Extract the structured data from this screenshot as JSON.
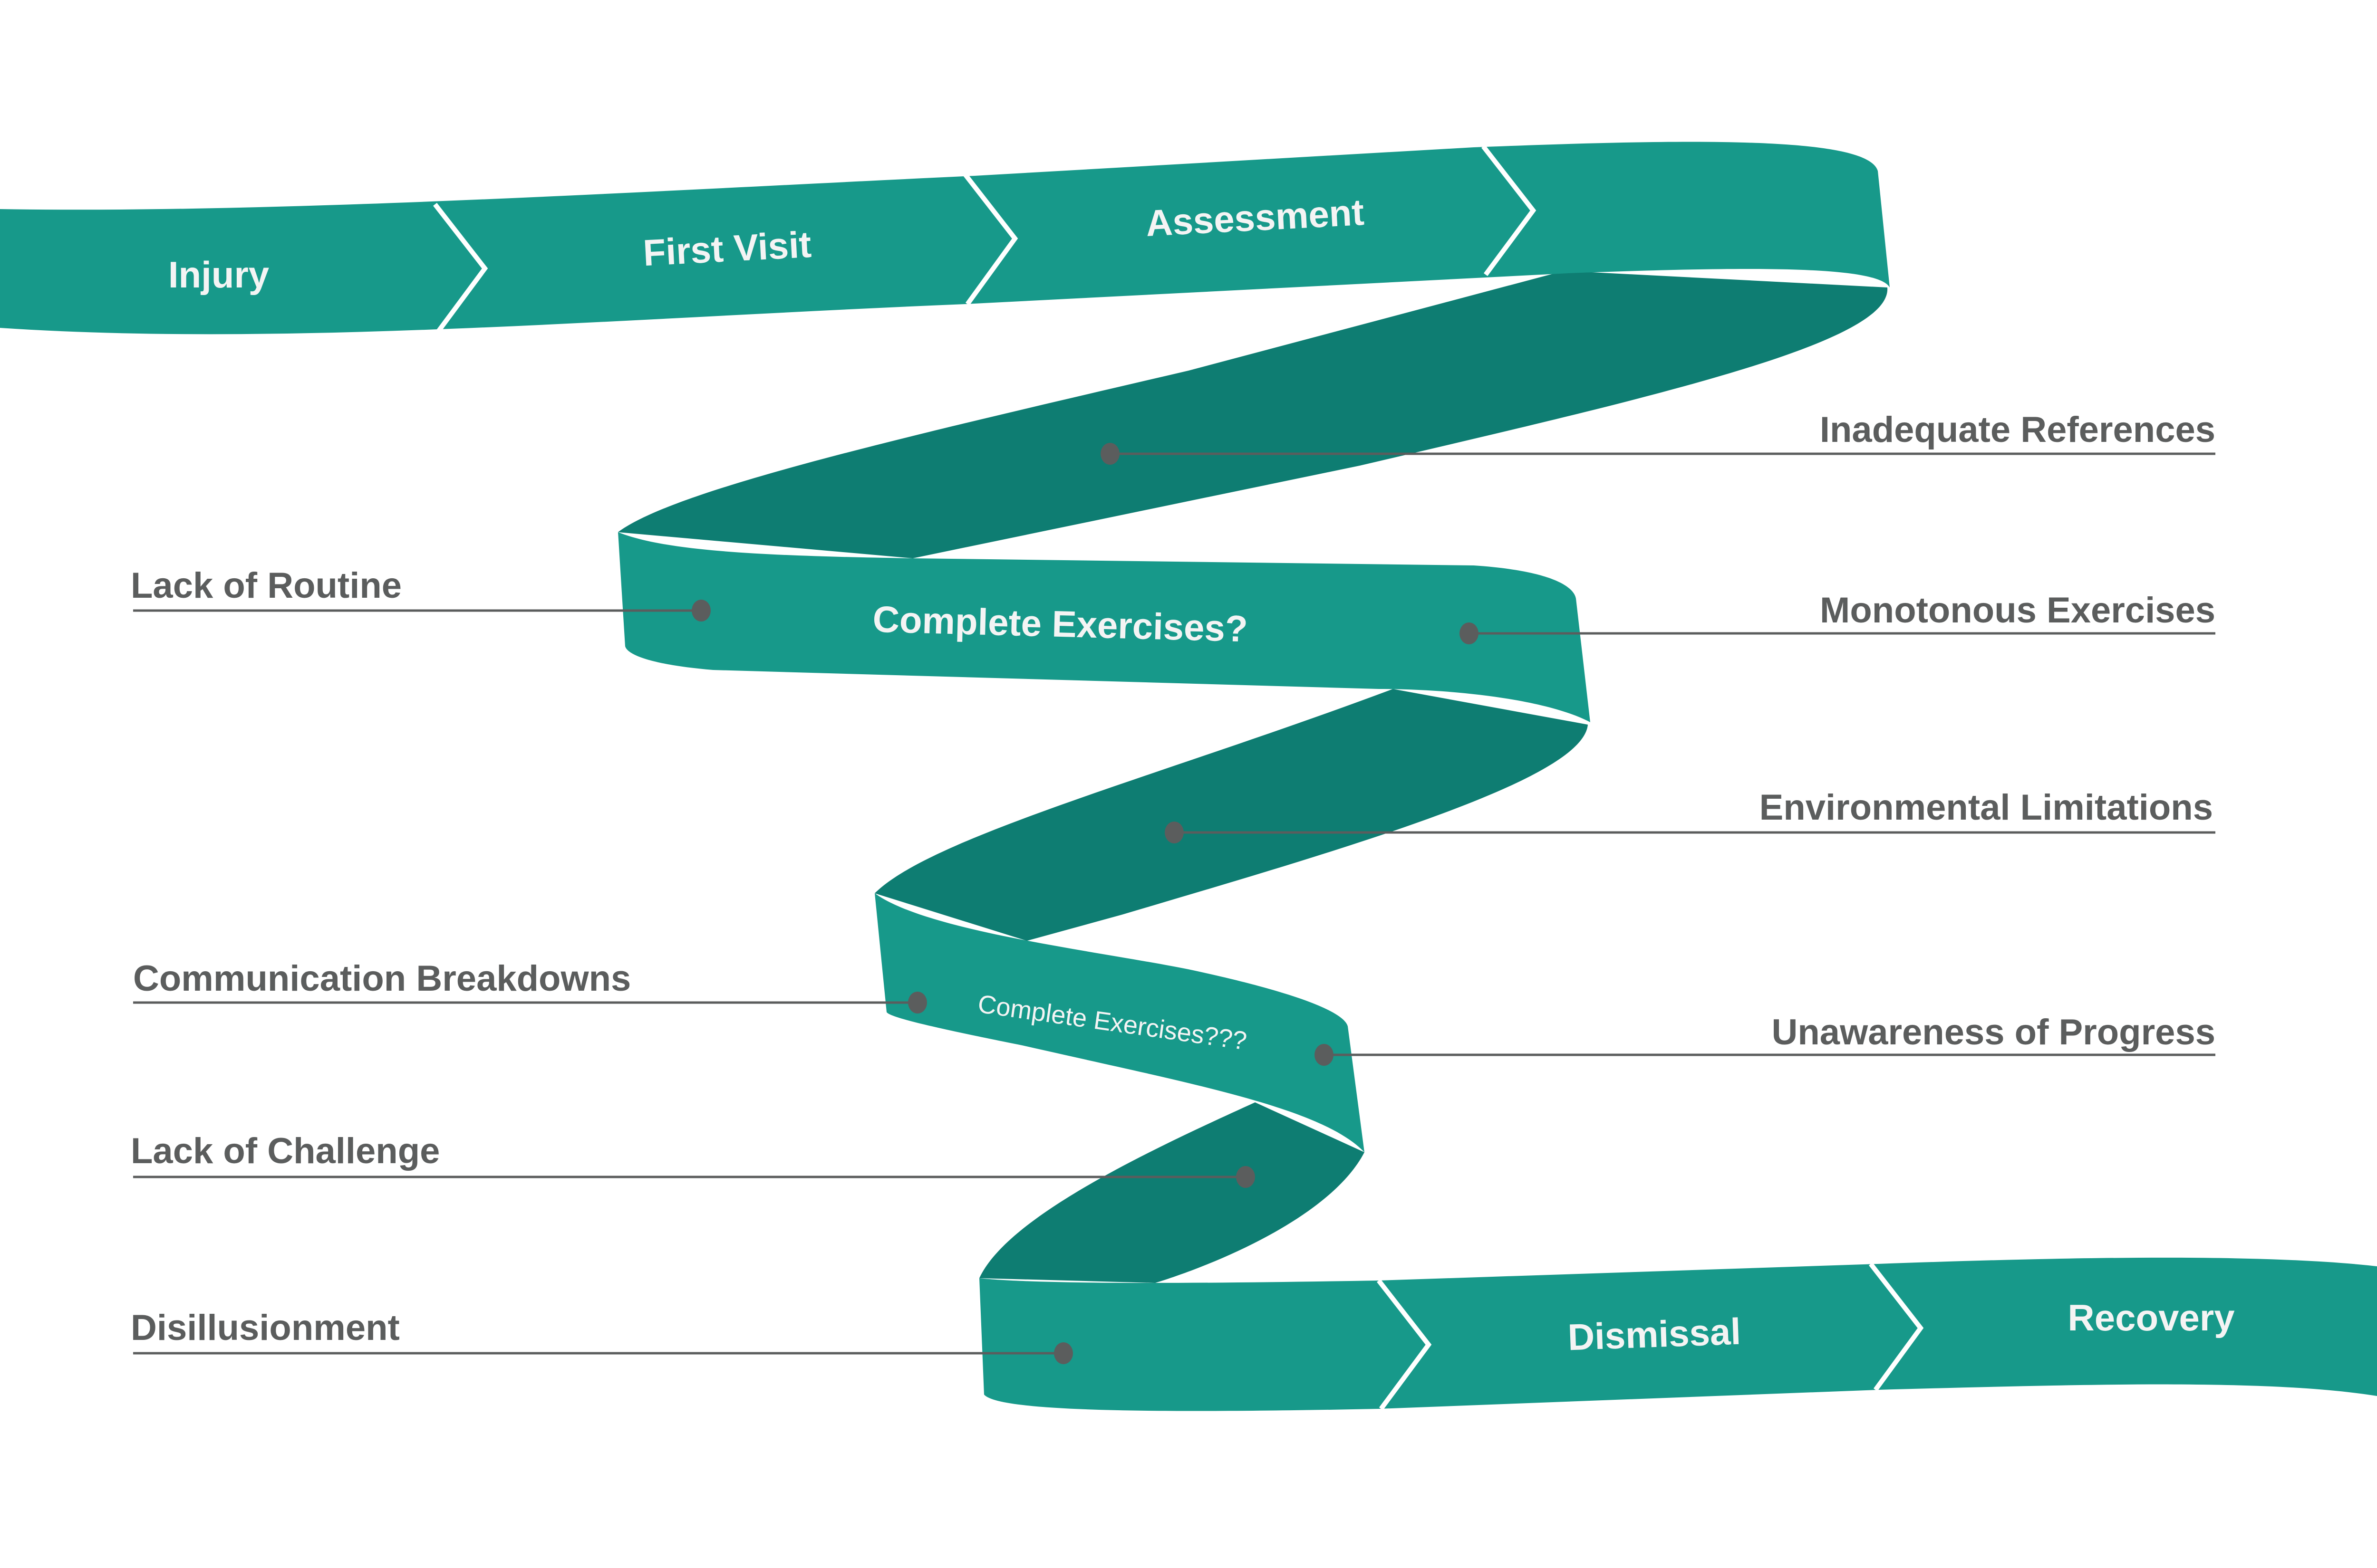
{
  "colors": {
    "ribbon": "#17998a",
    "ribbon_shadow": "#0e7d72",
    "label_text": "#5b5d5d",
    "stage_text": "#f4f4f4",
    "background": "#ffffff"
  },
  "stages": {
    "injury": "Injury",
    "first_visit": "First Visit",
    "assessment": "Assessment",
    "complete_exercises_1": "Complete Exercises?",
    "complete_exercises_2": "Complete Exercises???",
    "dismissal": "Dismissal",
    "recovery": "Recovery"
  },
  "barriers": {
    "right": [
      "Inadequate References",
      "Monotonous Exercises",
      "Environmental Limitations",
      "Unawareness of Progress"
    ],
    "left": [
      "Lack of Routine",
      "Communication Breakdowns",
      "Lack of Challenge",
      "Disillusionment"
    ]
  }
}
